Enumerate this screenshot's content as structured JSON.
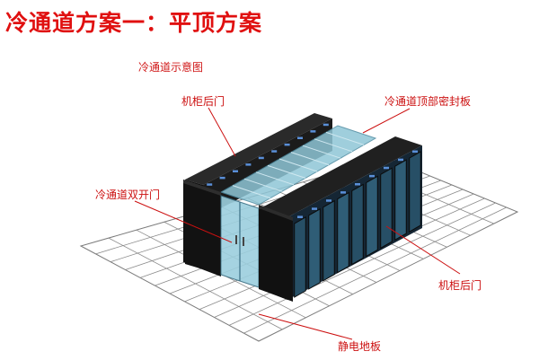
{
  "title": "冷通道方案一：平顶方案",
  "subtitle": "冷通道示意图",
  "callouts": {
    "rack_rear_top": "机柜后门",
    "roof_seal_panel": "冷通道顶部密封板",
    "double_door": "冷通道双开门",
    "rack_rear_bottom": "机柜后门",
    "raised_floor": "静电地板"
  },
  "colors": {
    "accent": "#e01010",
    "rack": "#141414",
    "glass": "#8fc6d6",
    "rack_door": "#2e5a72",
    "floor_line": "#8a8a8a"
  }
}
